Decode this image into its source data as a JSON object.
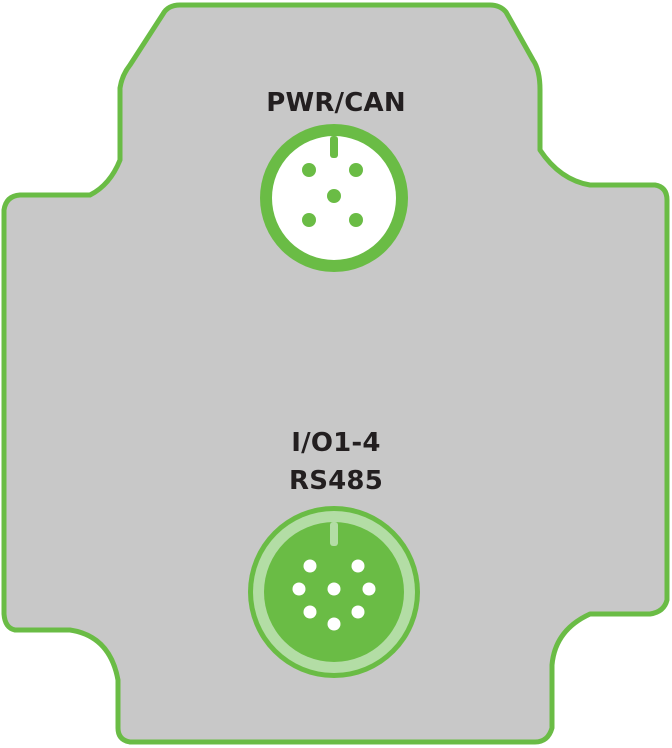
{
  "connectors": {
    "pwr_can": {
      "label": "PWR/CAN",
      "ring_color": "#6abc45",
      "face_color": "#ffffff",
      "pin_color": "#6abc45",
      "pin_count": 5
    },
    "io": {
      "label_line1": "I/O1-4",
      "label_line2": "RS485",
      "outer_ring_color": "#b3dda5",
      "face_color": "#6abc45",
      "pin_color": "#ffffff",
      "pin_count": 8
    }
  },
  "panel": {
    "fill_color": "#c8c8c8",
    "outline_color": "#6abc45"
  }
}
